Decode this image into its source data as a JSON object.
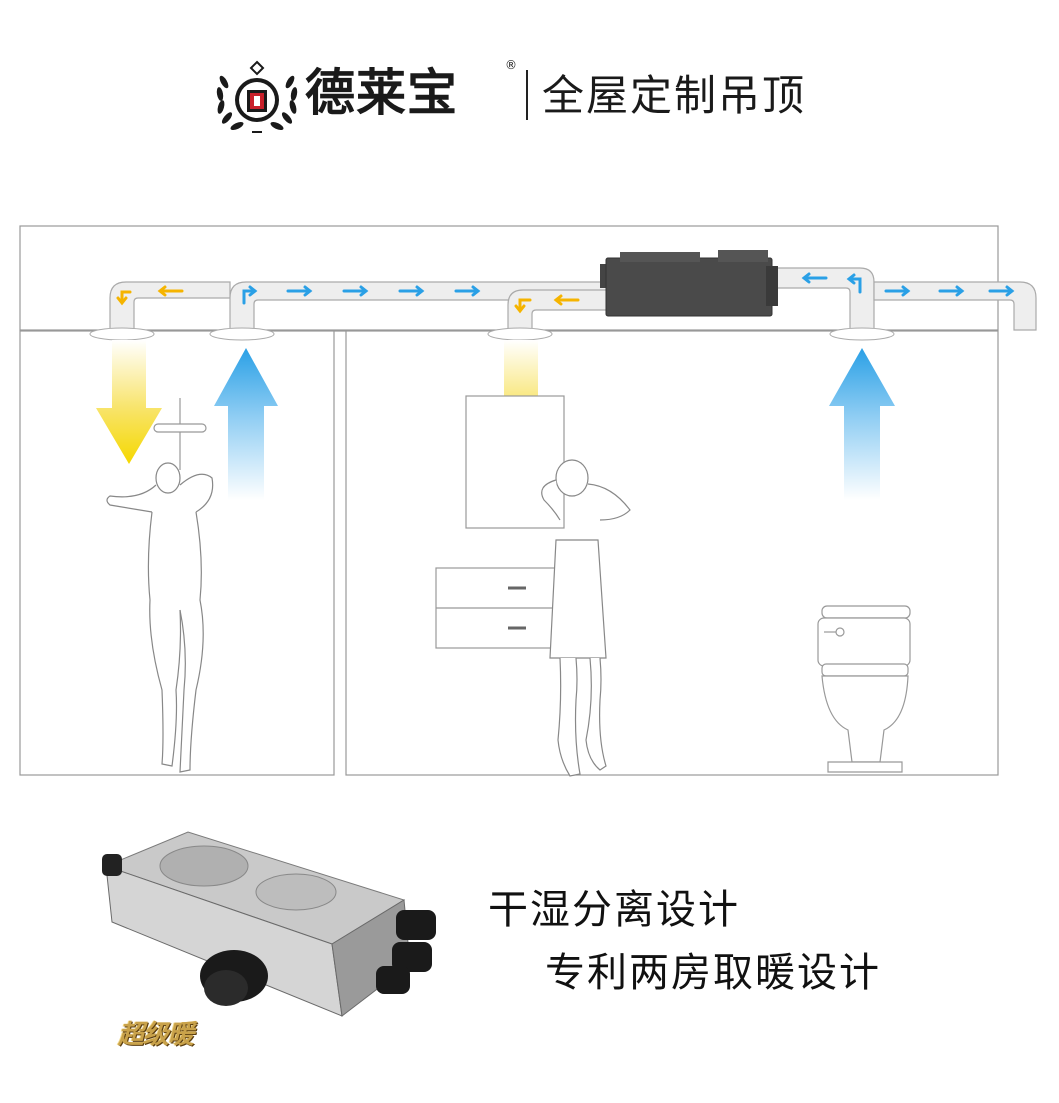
{
  "header": {
    "logo_icon": "laurel-wreath-emblem",
    "brand": "德莱宝",
    "registered": "®",
    "tagline": "全屋定制吊顶"
  },
  "diagram": {
    "warm_air_color": "#f5c400",
    "fresh_air_color": "#2aa0e6",
    "duct_color": "#e8e8e8",
    "unit_color": "#555555"
  },
  "features": {
    "line1": "干湿分离设计",
    "line2": "专利两房取暖设计"
  },
  "product": {
    "label": "超级暖"
  }
}
